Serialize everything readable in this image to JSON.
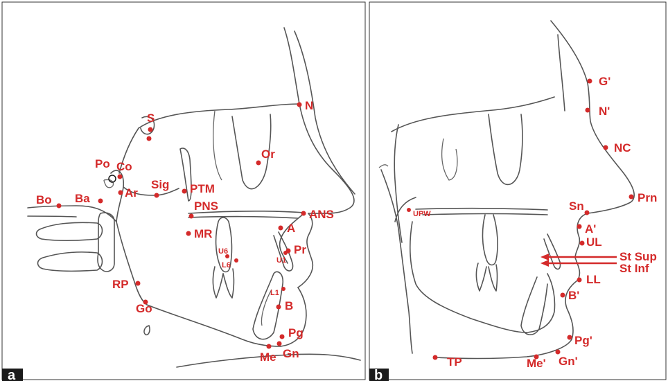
{
  "panels": [
    {
      "id": "a",
      "tag": "a",
      "landmarks": [
        {
          "label": "S"
        },
        {
          "label": "N"
        },
        {
          "label": "Or"
        },
        {
          "label": "Po"
        },
        {
          "label": "Co"
        },
        {
          "label": "Bo"
        },
        {
          "label": "Ba"
        },
        {
          "label": "Ar"
        },
        {
          "label": "Sig"
        },
        {
          "label": "PTM"
        },
        {
          "label": "PNS"
        },
        {
          "label": "ANS"
        },
        {
          "label": "MR"
        },
        {
          "label": "A"
        },
        {
          "label": "U6"
        },
        {
          "label": "L6"
        },
        {
          "label": "U1"
        },
        {
          "label": "Pr"
        },
        {
          "label": "RP"
        },
        {
          "label": "L1"
        },
        {
          "label": "B"
        },
        {
          "label": "Go"
        },
        {
          "label": "Pg"
        },
        {
          "label": "Me"
        },
        {
          "label": "Gn"
        }
      ]
    },
    {
      "id": "b",
      "tag": "b",
      "landmarks": [
        {
          "label": "G'"
        },
        {
          "label": "N'"
        },
        {
          "label": "NC"
        },
        {
          "label": "Prn"
        },
        {
          "label": "Sn"
        },
        {
          "label": "UPW"
        },
        {
          "label": "A'"
        },
        {
          "label": "UL"
        },
        {
          "label": "St Sup"
        },
        {
          "label": "St Inf"
        },
        {
          "label": "LL"
        },
        {
          "label": "B'"
        },
        {
          "label": "Pg'"
        },
        {
          "label": "TP"
        },
        {
          "label": "Me'"
        },
        {
          "label": "Gn'"
        }
      ]
    }
  ],
  "colors": {
    "landmark": "#d42a2a",
    "tracing": "#555555",
    "tag_bg": "#1a1a1a",
    "tag_text": "#ffffff"
  }
}
